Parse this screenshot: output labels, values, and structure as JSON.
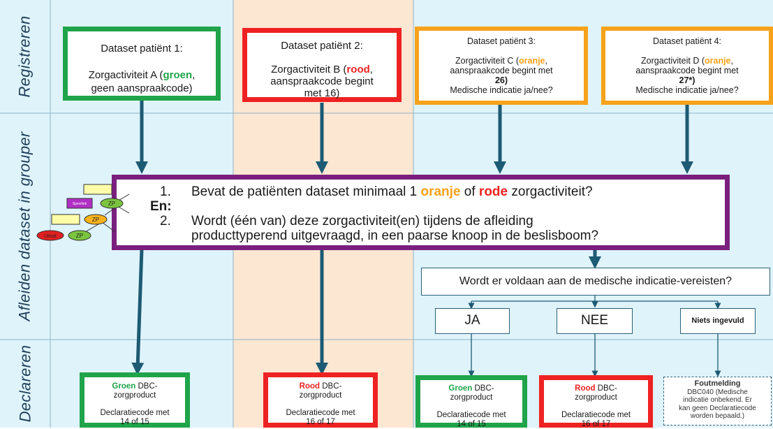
{
  "lanes": {
    "registreren": "Registreren",
    "afleiden": "Afleiden dataset in grouper",
    "declareren": "Declareren"
  },
  "datasets": [
    {
      "title": "Dataset patiënt 1:",
      "line1_pre": "Zorgactiviteit A (",
      "line1_kw": "groen",
      "line1_post": ",",
      "line2": "geen aanspraakcode)",
      "color": "#1fa44a"
    },
    {
      "title": "Dataset patiënt 2:",
      "line1_pre": "Zorgactiviteit B (",
      "line1_kw": "rood",
      "line1_post": ",",
      "line2": "aanspraakcode begint",
      "line3": "met 16)",
      "color": "#ee2222"
    },
    {
      "title": "Dataset patiënt 3:",
      "line1_pre": "Zorgactiviteit C (",
      "line1_kw": "oranje",
      "line1_post": ",",
      "line2": "aanspraakcode begint met",
      "line3": "26)",
      "line4": "Medische indicatie ja/nee?",
      "color": "#f7a21b"
    },
    {
      "title": "Dataset patiënt 4:",
      "line1_pre": "Zorgactiviteit D (",
      "line1_kw": "oranje",
      "line1_post": ",",
      "line2": "aanspraakcode begint met",
      "line3": "27*)",
      "line4": "Medische indicatie ja/nee?",
      "color": "#f7a21b"
    }
  ],
  "decision": {
    "q1_num": "1.",
    "q1_pre": "Bevat de patiënten dataset minimaal 1 ",
    "q1_kw1": "oranje",
    "q1_mid": " of ",
    "q1_kw2": "rode",
    "q1_post": " zorgactiviteit?",
    "en": "En:",
    "q2_num": "2.",
    "q2_line1": "Wordt (één van) deze zorgactiviteit(en) tijdens de afleiding",
    "q2_line2": "producttyperend uitgevraagd, in een paarse knoop in de beslisboom?",
    "border_color": "#7a1f7e"
  },
  "tree_icon": {
    "node1": "",
    "zp": "ZP",
    "purple_label": "Specifiek",
    "uitval": "Uitval"
  },
  "medical": {
    "question": "Wordt er voldaan aan de medische indicatie-vereisten?",
    "ja": "JA",
    "nee": "NEE",
    "niets": "Niets ingevuld"
  },
  "outcomes": [
    {
      "kw": "Groen",
      "rest": " DBC-",
      "line2": "zorgproduct",
      "line3": "Declaratiecode met",
      "line4": "14 of 15",
      "color": "#1fa44a"
    },
    {
      "kw": "Rood",
      "rest": " DBC-",
      "line2": "zorgproduct",
      "line3": "Declaratiecode met",
      "line4": "16 of 17",
      "color": "#ee2222"
    },
    {
      "kw": "Groen",
      "rest": " DBC-",
      "line2": "zorgproduct",
      "line3": "Declaratiecode met",
      "line4": "14 of 15",
      "color": "#1fa44a"
    },
    {
      "kw": "Rood",
      "rest": " DBC-",
      "line2": "zorgproduct",
      "line3": "Declaratiecode met",
      "line4": "16 of 17",
      "color": "#ee2222"
    }
  ],
  "foutmelding": {
    "title": "Foutmelding",
    "line1": "DBC040 (Medische",
    "line2": "indicatie onbekend. Er",
    "line3": "kan geen Declaratiecode",
    "line4": "worden bepaald.)"
  },
  "colors": {
    "lane_bg": "#dff3fb",
    "highlight_bg": "#fce7d3",
    "arrow": "#1d5a73"
  }
}
